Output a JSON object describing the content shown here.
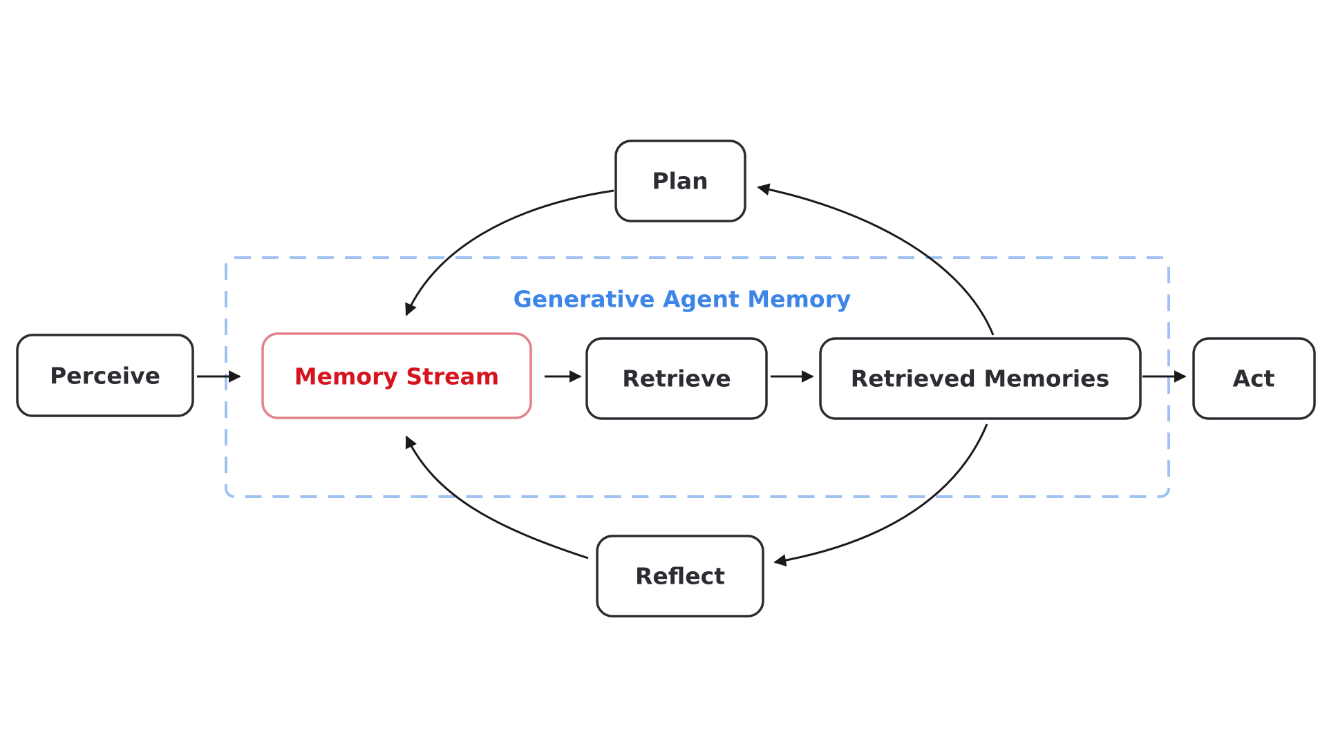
{
  "diagram": {
    "group": {
      "title": "Generative Agent Memory"
    },
    "nodes": {
      "perceive": {
        "label": "Perceive"
      },
      "memory_stream": {
        "label": "Memory Stream"
      },
      "retrieve": {
        "label": "Retrieve"
      },
      "retrieved_memories": {
        "label": "Retrieved Memories"
      },
      "act": {
        "label": "Act"
      },
      "plan": {
        "label": "Plan"
      },
      "reflect": {
        "label": "Reflect"
      }
    },
    "edges": [
      {
        "from": "perceive",
        "to": "memory_stream"
      },
      {
        "from": "memory_stream",
        "to": "retrieve"
      },
      {
        "from": "retrieve",
        "to": "retrieved_memories"
      },
      {
        "from": "retrieved_memories",
        "to": "act"
      },
      {
        "from": "retrieved_memories",
        "to": "plan"
      },
      {
        "from": "plan",
        "to": "memory_stream"
      },
      {
        "from": "retrieved_memories",
        "to": "reflect"
      },
      {
        "from": "reflect",
        "to": "memory_stream"
      }
    ],
    "colors": {
      "node_border": "#2b2d33",
      "highlight_border": "#e2818a",
      "highlight_text": "#d5141f",
      "group_border": "#9fc2f2",
      "group_title": "#3d86e8",
      "arrow": "#1a1a1a"
    }
  }
}
